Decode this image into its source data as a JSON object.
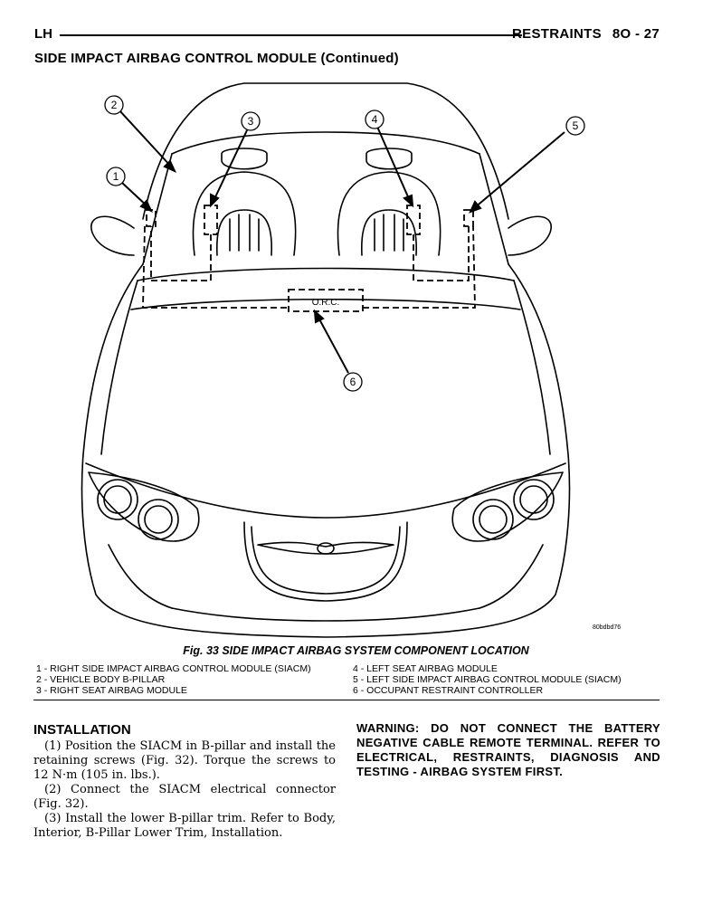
{
  "header": {
    "left": "LH",
    "section": "RESTRAINTS",
    "page": "8O - 27"
  },
  "subtitle": "SIDE IMPACT AIRBAG CONTROL MODULE (Continued)",
  "figure": {
    "code": "80bdbd76",
    "orc_label": "O.R.C.",
    "callouts": [
      "1",
      "2",
      "3",
      "4",
      "5",
      "6"
    ],
    "caption": "Fig. 33 SIDE IMPACT AIRBAG SYSTEM COMPONENT LOCATION"
  },
  "legend": {
    "left": [
      "1 - RIGHT SIDE IMPACT AIRBAG CONTROL MODULE (SIACM)",
      "2 - VEHICLE BODY B-PILLAR",
      "3 - RIGHT SEAT AIRBAG MODULE"
    ],
    "right": [
      "4 - LEFT SEAT AIRBAG MODULE",
      "5 - LEFT SIDE IMPACT AIRBAG CONTROL MODULE (SIACM)",
      "6 - OCCUPANT RESTRAINT CONTROLLER"
    ]
  },
  "installation": {
    "heading": "INSTALLATION",
    "steps": [
      "(1) Position the SIACM in B-pillar and install the retaining screws (Fig. 32). Torque the screws to 12 N·m (105 in. lbs.).",
      "(2) Connect the SIACM electrical connector (Fig. 32).",
      "(3) Install the lower B-pillar trim. Refer to Body, Interior, B-Pillar Lower Trim, Installation."
    ]
  },
  "warning": "WARNING: DO NOT CONNECT THE BATTERY NEGATIVE CABLE REMOTE TERMINAL. REFER TO ELECTRICAL, RESTRAINTS, DIAGNOSIS AND TESTING - AIRBAG SYSTEM FIRST."
}
